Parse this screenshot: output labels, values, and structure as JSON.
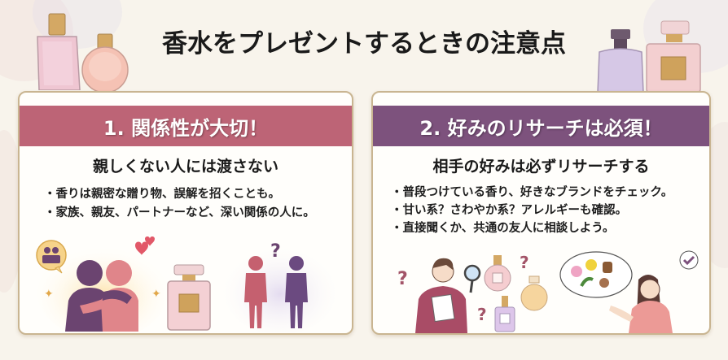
{
  "page": {
    "title": "香水をプレゼントするときの注意点"
  },
  "cards": [
    {
      "header": "1. 関係性が大切！",
      "subtitle": "親しくない人には渡さない",
      "bullets": [
        "香りは親密な贈り物、誤解を招くことも。",
        "家族、親友、パートナーなど、深い関係の人に。"
      ],
      "header_color": "#bd6476",
      "illustration": {
        "items": [
          "hugging-couple",
          "family-speech-bubble",
          "hearts",
          "sparkles",
          "perfume-bottle",
          "two-strangers",
          "question-mark"
        ],
        "question_mark": "?"
      }
    },
    {
      "header": "2. 好みのリサーチは必須！",
      "subtitle": "相手の好みは必ずリサーチする",
      "bullets": [
        "普段つけている香り、好きなブランドをチェック。",
        "甘い系？さわやか系？アレルギーも確認。",
        "直接聞くか、共通の友人に相談しよう。"
      ],
      "header_color": "#7d527d",
      "illustration": {
        "items": [
          "man-with-magnifier-and-notepad",
          "perfume-bottles",
          "question-marks",
          "woman-with-thought-bubble",
          "flower",
          "citrus",
          "wood",
          "leaf",
          "spice",
          "checkmark-bubble"
        ],
        "question_mark": "?"
      }
    }
  ],
  "colors": {
    "background": "#f8f4ec",
    "card_border": "#c9b591",
    "pink_header": "#bd6476",
    "purple_header": "#7d527d"
  }
}
